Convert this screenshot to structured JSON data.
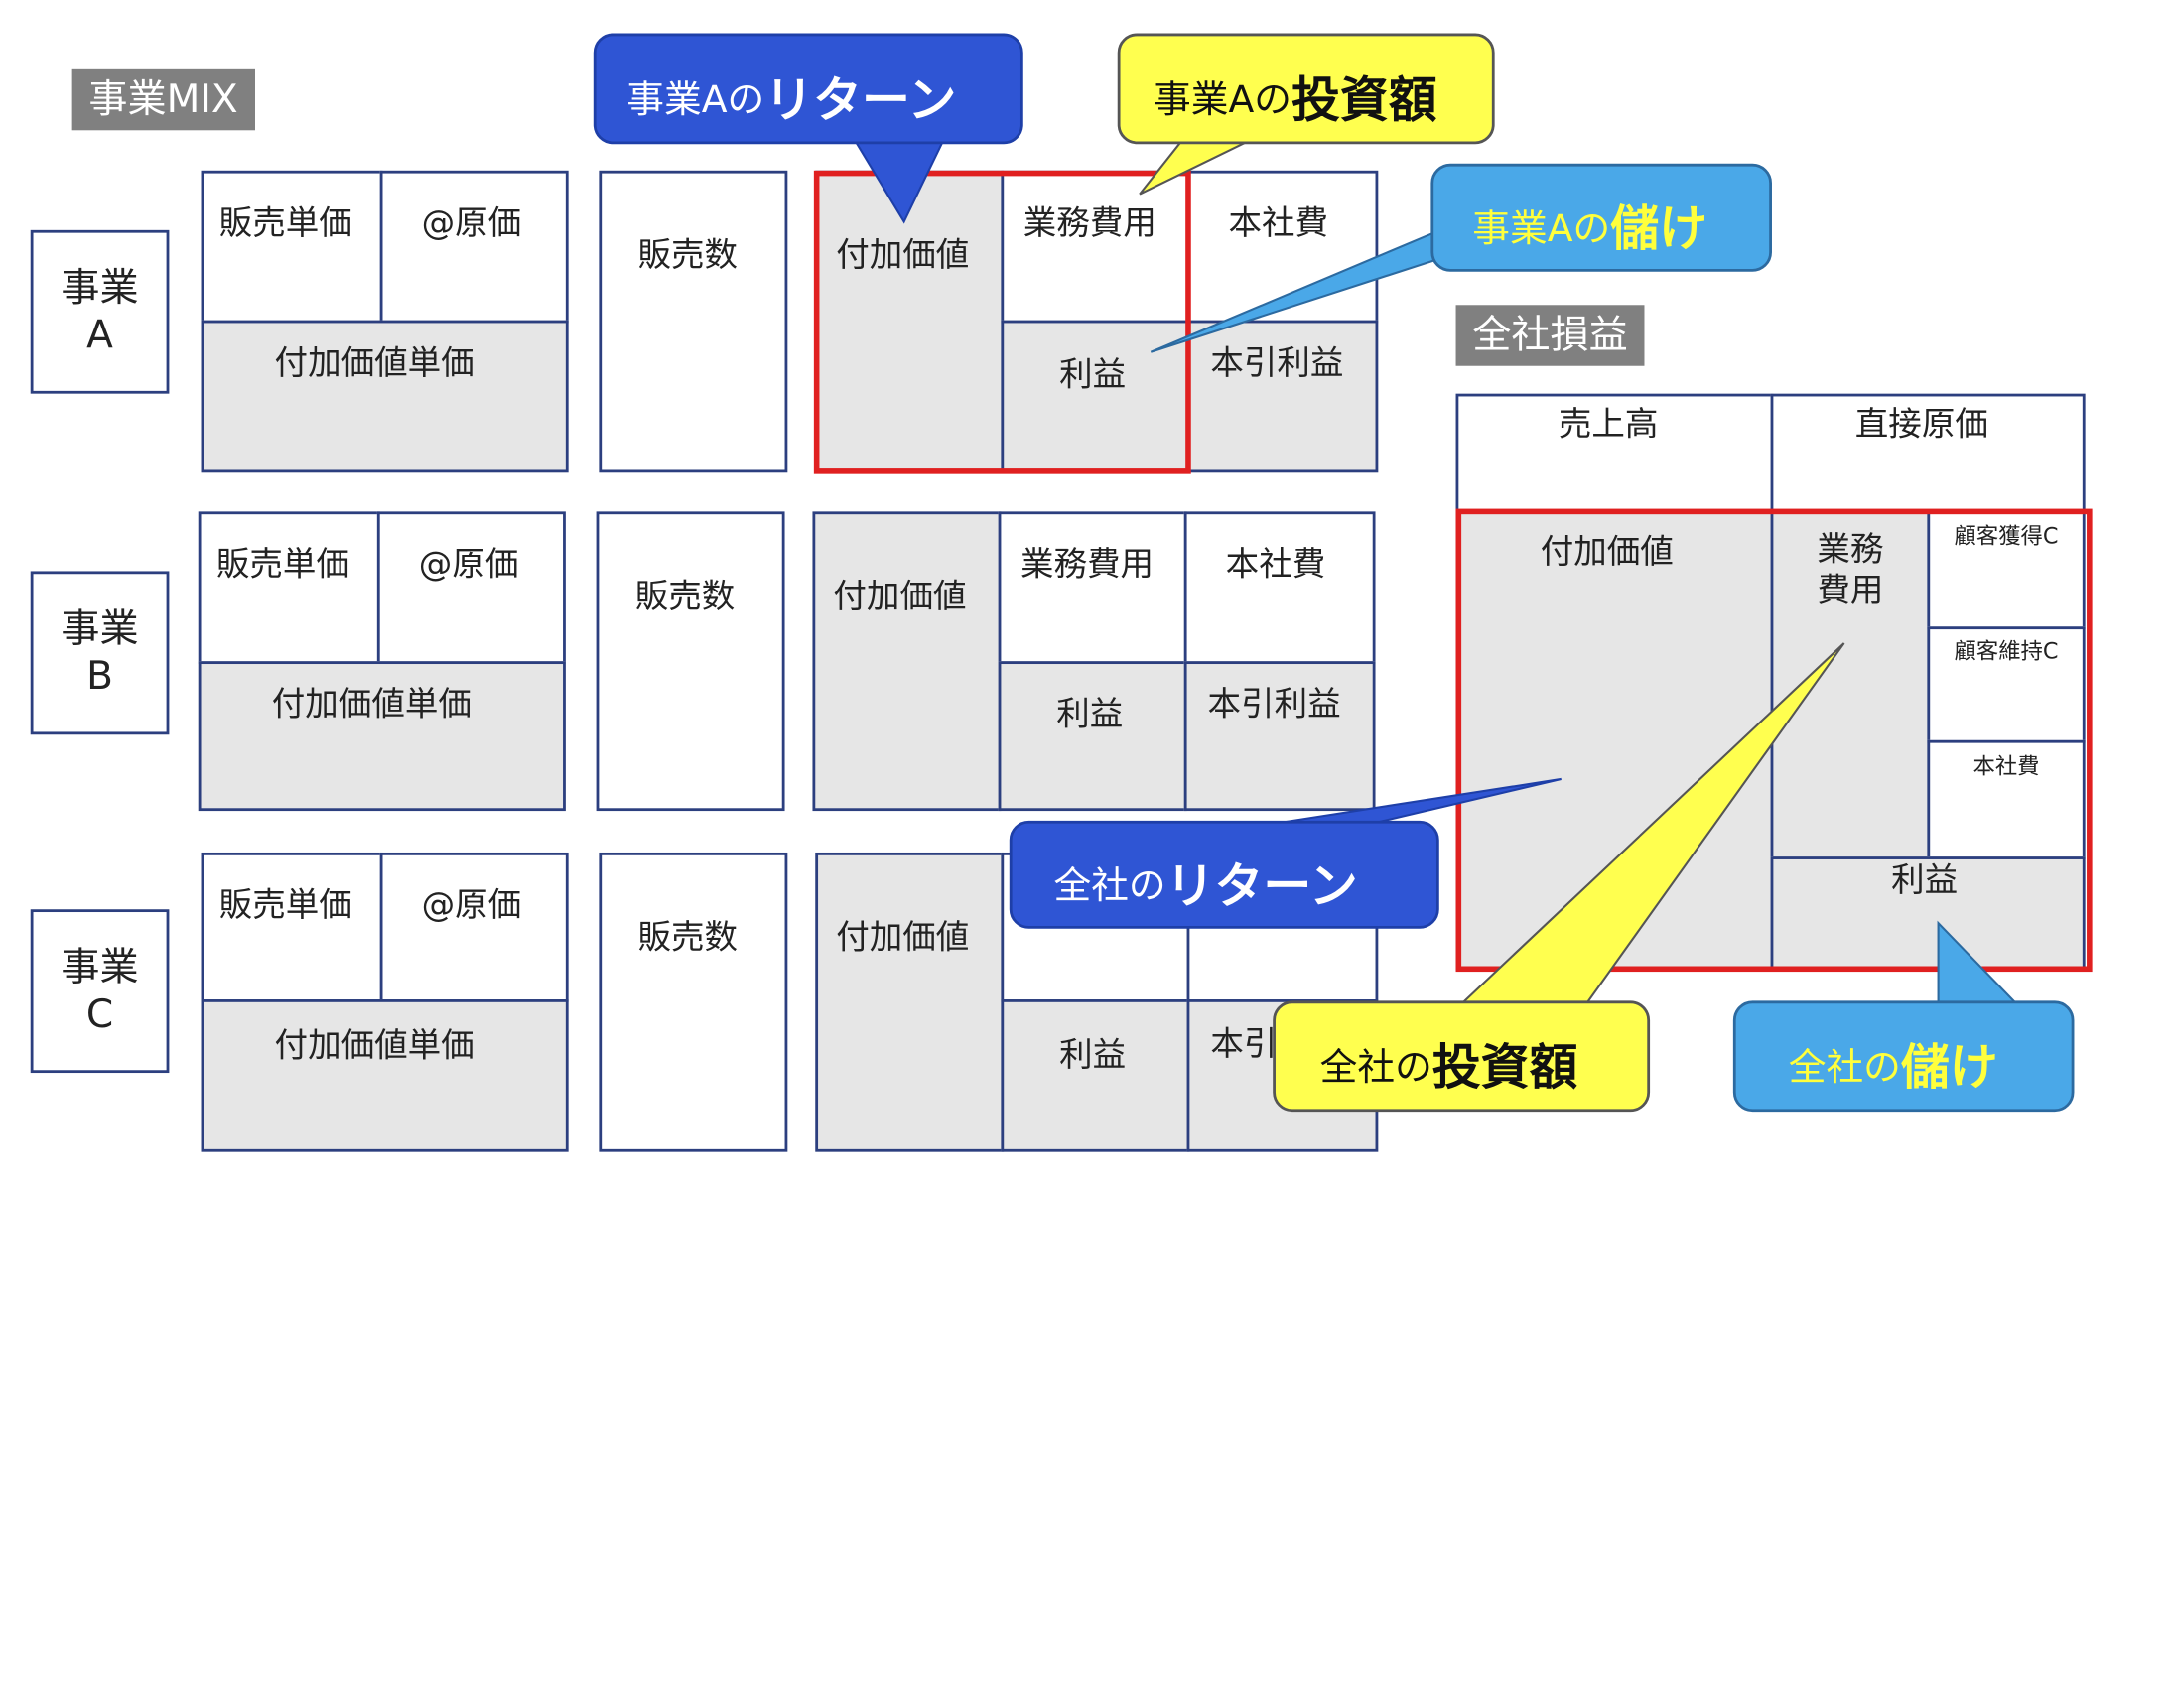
{
  "tags": {
    "business_mix": "事業MIX",
    "company_pl": "全社損益"
  },
  "rows": [
    {
      "label": "事業\nA"
    },
    {
      "label": "事業\nB"
    },
    {
      "label": "事業\nC"
    }
  ],
  "cells": {
    "unit_price": "販売単価",
    "unit_cost": "@原価",
    "value_added_unit": "付加価値単価",
    "volume": "販売数",
    "value_added": "付加価値",
    "operating_cost": "業務費用",
    "hq_cost": "本社費",
    "profit": "利益",
    "net_profit": "本引利益",
    "net_profit_partial": "本引"
  },
  "company": {
    "sales": "売上高",
    "direct_cost": "直接原価",
    "value_added": "付加価値",
    "operating_cost": "業務\n費用",
    "acq_cost": "顧客獲得C",
    "ret_cost": "顧客維持C",
    "hq_cost": "本社費",
    "profit": "利益"
  },
  "callouts": {
    "a_return_prefix": "事業Aの",
    "a_return_bold": "リターン",
    "a_invest_prefix": "事業Aの",
    "a_invest_bold": "投資額",
    "a_profit_prefix": "事業Aの",
    "a_profit_bold": "儲け",
    "co_return_prefix": "全社の",
    "co_return_bold": "リターン",
    "co_invest_prefix": "全社の",
    "co_invest_bold": "投資額",
    "co_profit_prefix": "全社の",
    "co_profit_bold": "儲け"
  },
  "colors": {
    "box_border": "#2c3f7f",
    "shaded": "#e6e6e6",
    "highlight": "#e02020",
    "callout_blue": "#2f55d4",
    "callout_yellow": "#ffff4f",
    "callout_sky": "#4aa8e8",
    "callout_bold_text": "#ffff3c"
  }
}
